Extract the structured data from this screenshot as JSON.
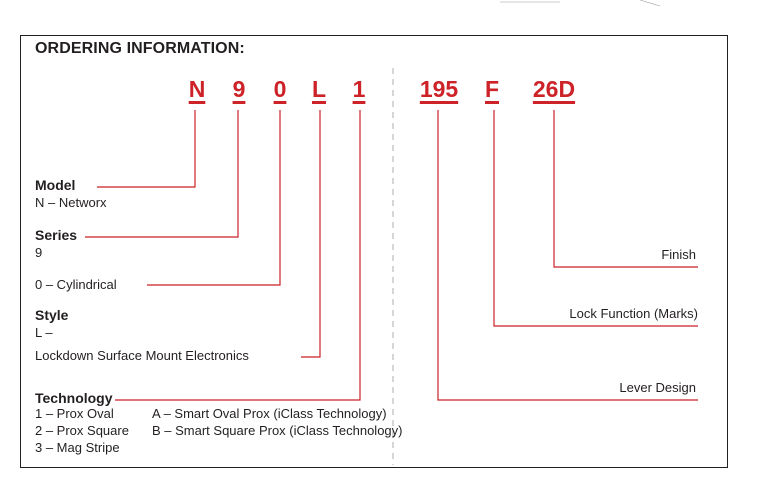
{
  "title": "ORDERING INFORMATION:",
  "codes": [
    "N",
    "9",
    "0",
    "L",
    "1",
    "195",
    "F",
    "26D"
  ],
  "left": {
    "model_heading": "Model",
    "model_value": "N – Networx",
    "series_heading": "Series",
    "series_value": "9",
    "cyl_value": "0 – Cylindrical",
    "style_heading": "Style",
    "style_dash": "L –",
    "style_value": "Lockdown Surface Mount Electronics",
    "tech_heading": "Technology",
    "tech_col1": [
      "1 – Prox Oval",
      "2 – Prox Square",
      "3 – Mag Stripe"
    ],
    "tech_col2": [
      "A – Smart Oval Prox (iClass Technology)",
      "B – Smart Square Prox (iClass Technology)"
    ]
  },
  "right": {
    "finish": "Finish",
    "lock_function": "Lock Function (Marks)",
    "lever_design": "Lever Design"
  },
  "colors": {
    "accent": "#cc2228",
    "text": "#231f20",
    "divider": "#bbbbbb"
  }
}
